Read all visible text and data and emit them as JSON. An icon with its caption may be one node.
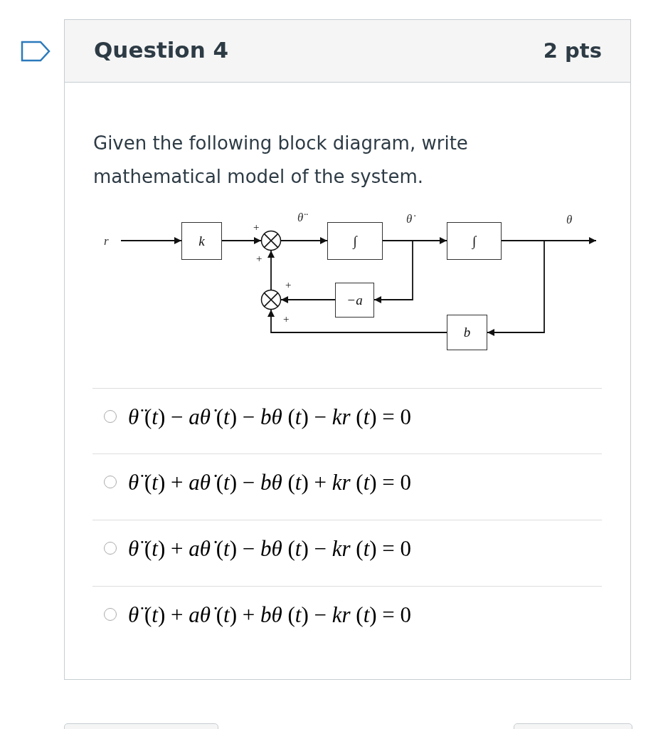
{
  "diagram": {
    "title": "Question 4",
    "nodes": [
      {
        "text": [
          "r"
        ]
      },
      {
        "text": [
          "k"
        ]
      },
      {
        "text": [],
        "shape": "circle",
        "beside": [
          "+",
          "+"
        ]
      },
      {
        "text": [
          "∫"
        ]
      },
      {
        "text": [
          "∫"
        ]
      },
      {
        "text": [
          "−a"
        ]
      },
      {
        "text": [],
        "shape": "circle",
        "beside": [
          "+",
          "+"
        ]
      },
      {
        "text": [
          "b"
        ]
      }
    ],
    "edges": [
      {
        "from": 0,
        "to": 1,
        "arrow": "to"
      },
      {
        "from": 1,
        "to": 2,
        "arrow": "to"
      },
      {
        "from": 2,
        "to": 3,
        "arrow": "to",
        "label": "θ̈"
      },
      {
        "from": 3,
        "to": 4,
        "arrow": "to",
        "label": "θ̇"
      },
      {
        "from": 4,
        "to": null,
        "arrow": "to",
        "label": "θ"
      },
      {
        "from": 3,
        "to": 5,
        "arrow": "to"
      },
      {
        "from": 5,
        "to": 6,
        "arrow": "to"
      },
      {
        "from": 6,
        "to": 2,
        "arrow": "to"
      },
      {
        "from": 4,
        "to": 7,
        "arrow": "to"
      },
      {
        "from": 7,
        "to": 6,
        "arrow": "to"
      }
    ],
    "labels": [
      "2 pts",
      "Given the following block diagram, write mathematical model of the system.",
      "*θ̈* (*t*) − *aθ̇* (*t*) − *bθ* (*t*) − *kr* (*t*) = 0",
      "*θ̈* (*t*) + *aθ̇* (*t*) − *bθ* (*t*) + *kr* (*t*) = 0",
      "*θ̈* (*t*) + *aθ̇* (*t*) − *bθ* (*t*) − *kr* (*t*) = 0",
      "*θ̈* (*t*) + *aθ̇* (*t*) + *bθ* (*t*) − *kr* (*t*) = 0"
    ]
  }
}
